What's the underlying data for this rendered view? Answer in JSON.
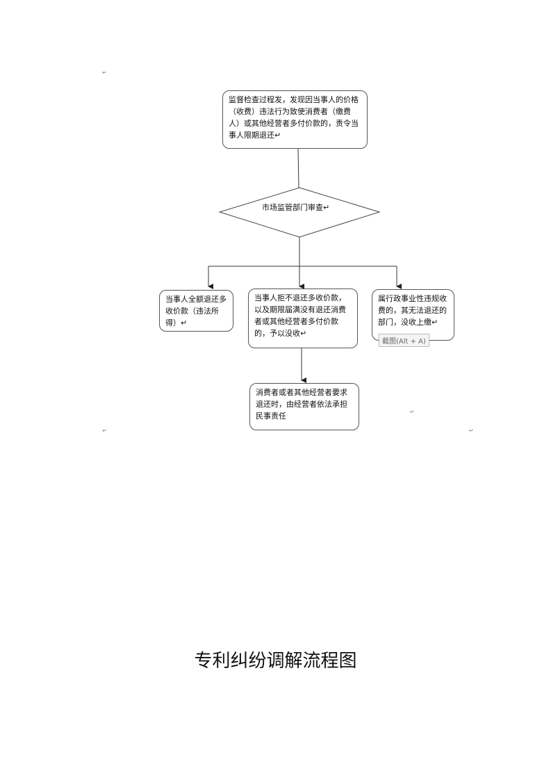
{
  "nodes": {
    "start": "监督检查过程发，发现因当事人的价格（收费）违法行为致使消费者（缴费人）或其他经营者多付价款的，责令当事人限期退还↵",
    "decision": "市场监管部门审查↵",
    "left": "当事人全额退还多收价款（违法所得）↵",
    "middle": "当事人拒不退还多收价款，以及期限届满没有退还消费者或其他经营者多付价款的，予以没收↵",
    "right": "属行政事业性违规收费的，其无法退还的部门，没收上缴↵",
    "bottom": "消费者或者其他经营者要求退还时，由经营者依法承担民事责任"
  },
  "tooltip": "截图(Alt + A)",
  "paragraph_mark": "↵",
  "title": "专利纠纷调解流程图"
}
